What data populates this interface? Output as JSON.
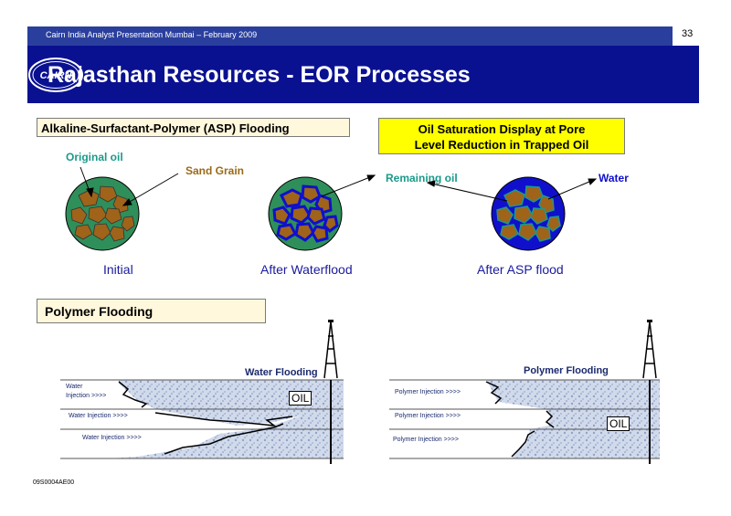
{
  "header": {
    "presentation": "Cairn India Analyst Presentation Mumbai – February 2009",
    "page_number": "33",
    "title": "Rajasthan Resources - EOR Processes",
    "logo_text": "CAIRN"
  },
  "asp": {
    "heading": "Alkaline-Surfactant-Polymer (ASP) Flooding",
    "display_title_line1": "Oil Saturation Display at Pore",
    "display_title_line2": "Level Reduction in Trapped Oil",
    "labels": {
      "original_oil": "Original oil",
      "sand_grain": "Sand Grain",
      "remaining_oil": "Remaining oil",
      "water": "Water"
    },
    "captions": [
      "Initial",
      "After Waterflood",
      "After ASP flood"
    ]
  },
  "polymer": {
    "heading": "Polymer Flooding",
    "left_diagram": {
      "title": "Water Flooding",
      "oil_label": "OIL",
      "injections": [
        "Water",
        "Injection >>>>",
        "Water Injection >>>>",
        "Water Injection >>>>"
      ]
    },
    "right_diagram": {
      "title": "Polymer Flooding",
      "oil_label": "OIL",
      "injections": [
        "Polymer Injection >>>>",
        "Polymer Injection >>>>",
        "Polymer Injection >>>>"
      ]
    }
  },
  "footer": {
    "code": "09S0004AE00"
  },
  "colors": {
    "banner": "#0a1191",
    "topbar": "#2a3f9d",
    "oil_green": "#2f8f5a",
    "sand_brown": "#a0631a",
    "water_blue": "#1010cc",
    "label_teal": "#1a9a8a",
    "label_brown": "#9a6a1a",
    "highlight_yellow": "#ffff00",
    "box_cream": "#fff8dc"
  }
}
